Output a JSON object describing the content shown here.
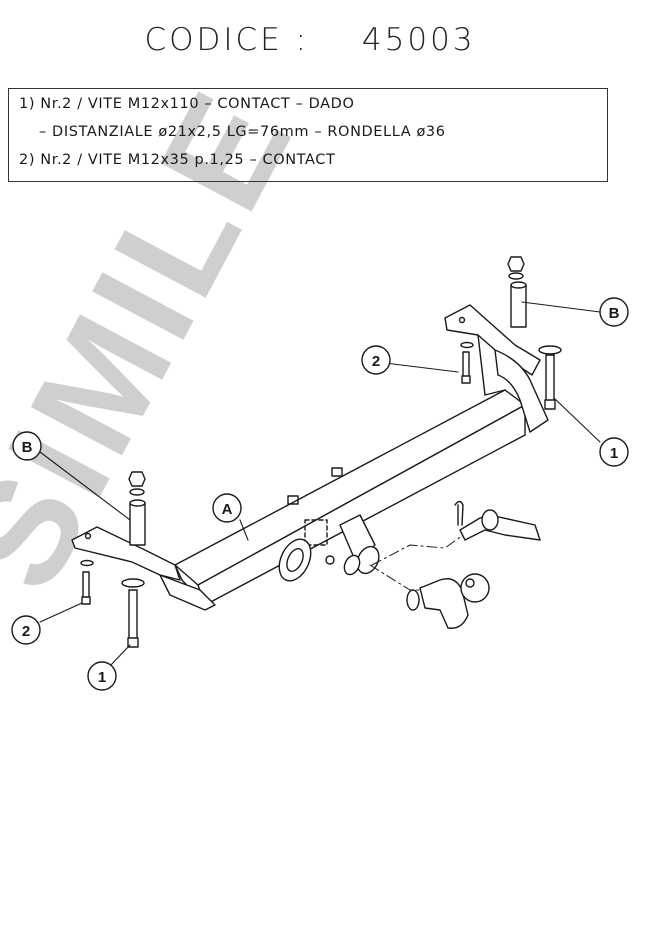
{
  "header": {
    "label": "CODICE :",
    "code": "45003"
  },
  "notes": [
    "1) Nr.2 / VITE M12x110 – CONTACT – DADO",
    "– DISTANZIALE ø21x2,5 LG=76mm – RONDELLA ø36",
    "2) Nr.2 / VITE M12x35 p.1,25 – CONTACT"
  ],
  "callouts": {
    "A": "A",
    "B": "B",
    "one": "1",
    "two": "2"
  },
  "watermark": "SIMILE",
  "colors": {
    "line": "#1a1a1a",
    "watermark": "#cfcfcf"
  }
}
